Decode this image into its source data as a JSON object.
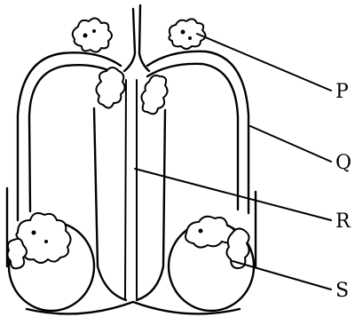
{
  "labels": {
    "P": "P",
    "Q": "Q",
    "R": "R",
    "S": "S"
  },
  "colors": {
    "ink": "#000000",
    "paper": "#ffffff"
  }
}
